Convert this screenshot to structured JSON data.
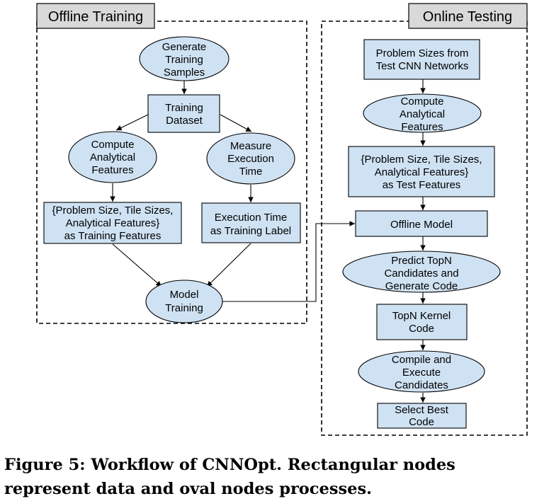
{
  "offline_panel": {
    "title": "Offline Training",
    "nodes": {
      "generate_samples": [
        "Generate",
        "Training",
        "Samples"
      ],
      "training_dataset": [
        "Training",
        "Dataset"
      ],
      "compute_features": [
        "Compute",
        "Analytical",
        "Features"
      ],
      "measure_time": [
        "Measure",
        "Execution",
        "Time"
      ],
      "training_features": [
        "{Problem Size, Tile Sizes,",
        "Analytical Features}",
        "as Training Features"
      ],
      "training_label": [
        "Execution Time",
        "as Training Label"
      ],
      "model_training": [
        "Model",
        "Training"
      ]
    }
  },
  "online_panel": {
    "title": "Online Testing",
    "nodes": {
      "problem_sizes": [
        "Problem Sizes from",
        "Test CNN Networks"
      ],
      "compute_features": [
        "Compute",
        "Analytical",
        "Features"
      ],
      "test_features": [
        "{Problem Size, Tile Sizes,",
        "Analytical Features}",
        "as Test Features"
      ],
      "offline_model": [
        "Offline Model"
      ],
      "predict_topn": [
        "Predict TopN",
        "Candidates and",
        "Generate Code"
      ],
      "topn_kernel": [
        "TopN Kernel",
        "Code"
      ],
      "compile_execute": [
        "Compile and",
        "Execute",
        "Candidates"
      ],
      "select_best": [
        "Select Best",
        "Code"
      ]
    }
  },
  "caption": "Figure 5: Workflow of CNNOpt. Rectangular nodes represent data and oval nodes processes.",
  "colors": {
    "node_fill": "#cfe2f3",
    "panel_title_fill": "#d9d9d9",
    "stroke": "#000000"
  }
}
